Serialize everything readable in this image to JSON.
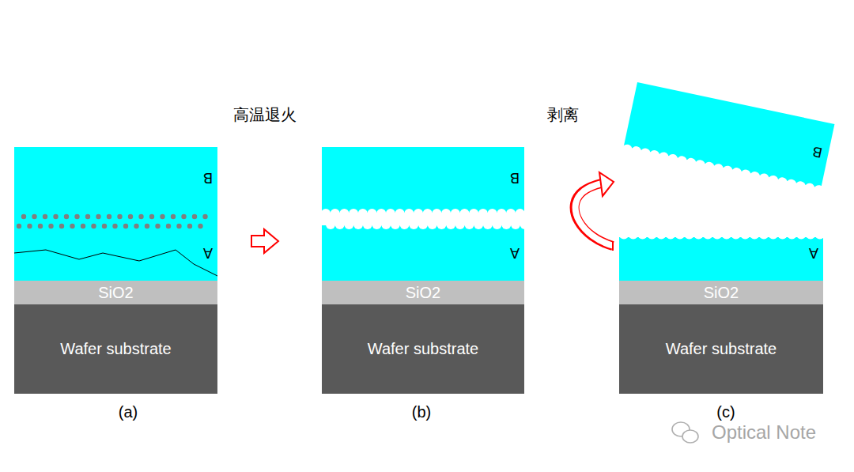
{
  "diagram": {
    "nodes": [
      {
        "text": [
          "B",
          "A"
        ]
      },
      {
        "text": [
          "SiO2"
        ]
      },
      {
        "text": [
          "Wafer substrate"
        ]
      },
      {
        "text": [
          "B",
          "A"
        ]
      },
      {
        "text": [
          "SiO2"
        ]
      },
      {
        "text": [
          "Wafer substrate"
        ]
      },
      {
        "text": [
          "B"
        ]
      },
      {
        "text": [
          "A"
        ]
      },
      {
        "text": [
          "SiO2"
        ]
      },
      {
        "text": [
          "Wafer substrate"
        ]
      }
    ],
    "labels": [
      "高温退火",
      "剥离",
      "(a)",
      "(b)",
      "(c)",
      "Optical Note"
    ]
  }
}
